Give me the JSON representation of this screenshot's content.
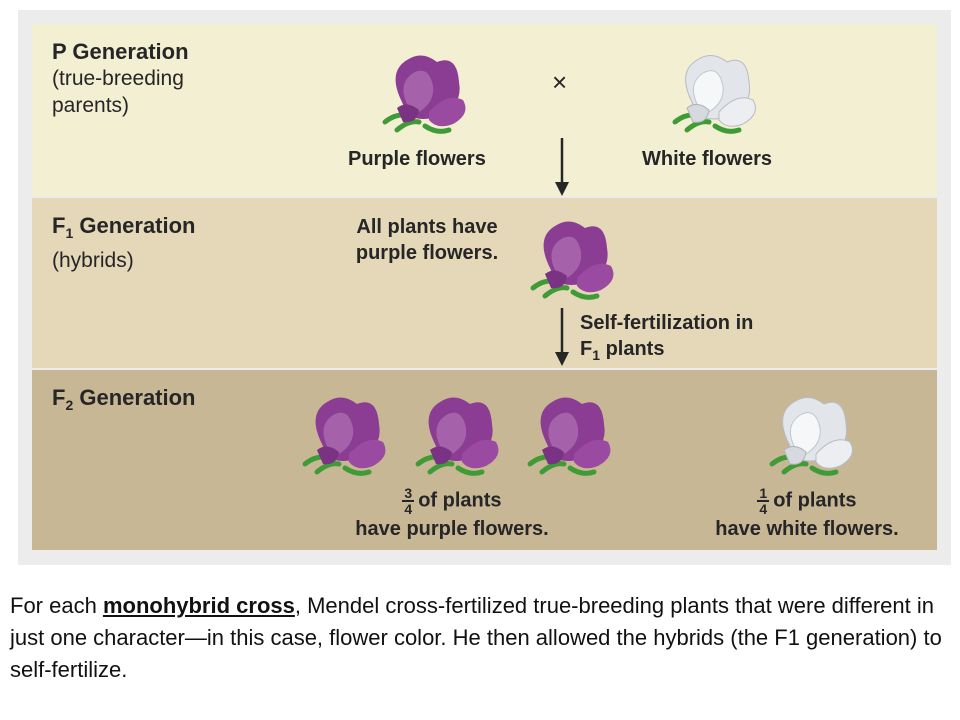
{
  "p_generation": {
    "title": "P Generation",
    "subtitle": "(true-breeding parents)",
    "left_label": "Purple flowers",
    "right_label": "White flowers",
    "cross_symbol": "×"
  },
  "f1_generation": {
    "title_main": "F",
    "title_sub": "1",
    "title_rest": " Generation",
    "subtitle": "(hybrids)",
    "result_line1": "All plants have",
    "result_line2": "purple flowers.",
    "arrow_line1": "Self-fertilization in",
    "arrow_line2_main": "F",
    "arrow_line2_sub": "1",
    "arrow_line2_rest": " plants"
  },
  "f2_generation": {
    "title_main": "F",
    "title_sub": "2",
    "title_rest": " Generation",
    "purple": {
      "numerator": "3",
      "denominator": "4",
      "line1_rest": "of plants",
      "line2": "have purple flowers."
    },
    "white": {
      "numerator": "1",
      "denominator": "4",
      "line1_rest": "of plants",
      "line2": "have white flowers."
    }
  },
  "colors": {
    "purple_petal": "#8a3d92",
    "purple_petal_light": "#a562aa",
    "white_petal": "#e9ecef",
    "leaf": "#3e9b35"
  },
  "caption": {
    "before": "For each ",
    "term": "monohybrid cross",
    "after": ", Mendel cross-fertilized true-breeding plants that were different in just one character—in this case, flower color. He then allowed the hybrids (the F1 generation) to self-fertilize."
  }
}
